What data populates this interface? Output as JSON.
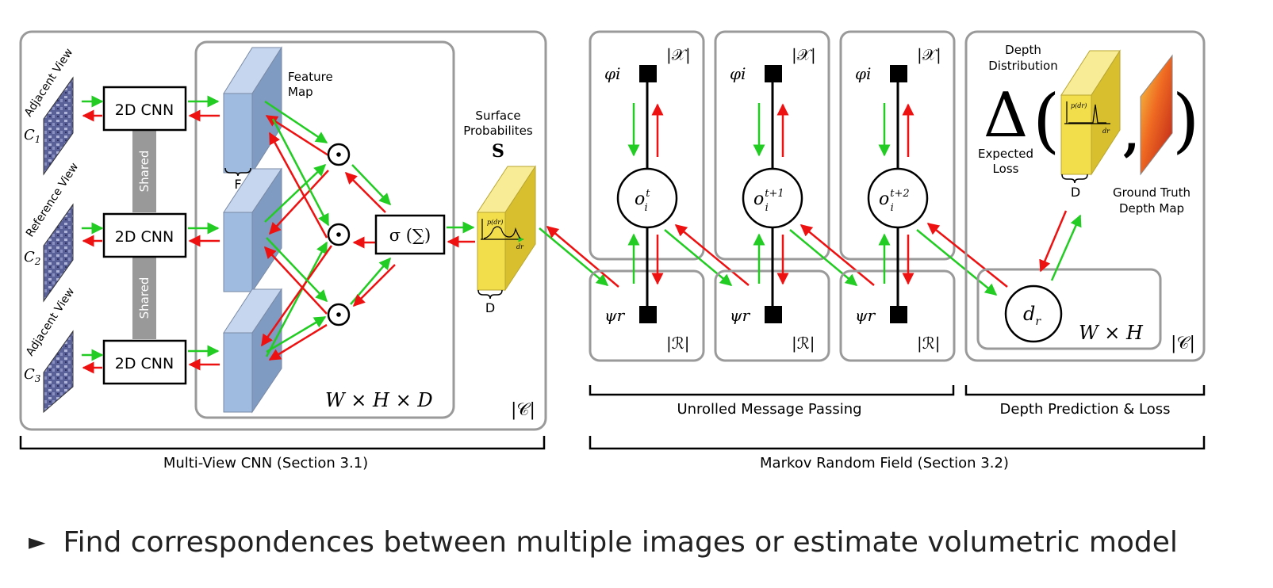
{
  "multiview": {
    "views": [
      {
        "name": "Adjacent View",
        "camera": "C",
        "sub": "1"
      },
      {
        "name": "Reference View",
        "camera": "C",
        "sub": "2"
      },
      {
        "name": "Adjacent View",
        "camera": "C",
        "sub": "3"
      }
    ],
    "cnn_label": "2D CNN",
    "shared_label": "Shared",
    "feature_map_line1": "Feature",
    "feature_map_line2": "Map",
    "feature_dim": "F",
    "odot": "⊙",
    "sigma_sum": "σ (∑)",
    "volume_dims": "W × H × D",
    "cardinality": "|𝒞|",
    "surface_line1": "Surface",
    "surface_line2": "Probabilites",
    "surface_symbol": "S",
    "depth_dim": "D",
    "plot_ylabel": "p(dr)",
    "plot_xlabel": "dr",
    "bracket_label": "Multi-View CNN (Section 3.1)"
  },
  "mrf": {
    "columns": [
      {
        "phi": "φi",
        "o_base": "o",
        "o_sub": "i",
        "o_sup": "t",
        "psi": "ψr",
        "card_x": "|𝒳|",
        "card_r": "|ℛ|"
      },
      {
        "phi": "φi",
        "o_base": "o",
        "o_sub": "i",
        "o_sup": "t+1",
        "psi": "ψr",
        "card_x": "|𝒳|",
        "card_r": "|ℛ|"
      },
      {
        "phi": "φi",
        "o_base": "o",
        "o_sub": "i",
        "o_sup": "t+2",
        "psi": "ψr",
        "card_x": "|𝒳|",
        "card_r": "|ℛ|"
      }
    ],
    "bracket_label": "Unrolled Message Passing"
  },
  "depth": {
    "depth_dist_line1": "Depth",
    "depth_dist_line2": "Distribution",
    "delta": "Δ",
    "expected_line1": "Expected",
    "expected_line2": "Loss",
    "d_dim": "D",
    "gt_line1": "Ground Truth",
    "gt_line2": "Depth Map",
    "dr_base": "d",
    "dr_sub": "r",
    "wh": "W × H",
    "cardinality": "|𝒞|",
    "bracket_label": "Depth Prediction & Loss"
  },
  "markov_bracket_label": "Markov Random Field (Section 3.2)",
  "caption": "Find correspondences between multiple images or estimate volumetric model",
  "colors": {
    "forward": "#22cc22",
    "backward": "#ee1111",
    "feature": "#9fbbe0",
    "surface": "#f2dd4a",
    "shared": "#999999",
    "panel_border": "#9a9a9a"
  }
}
